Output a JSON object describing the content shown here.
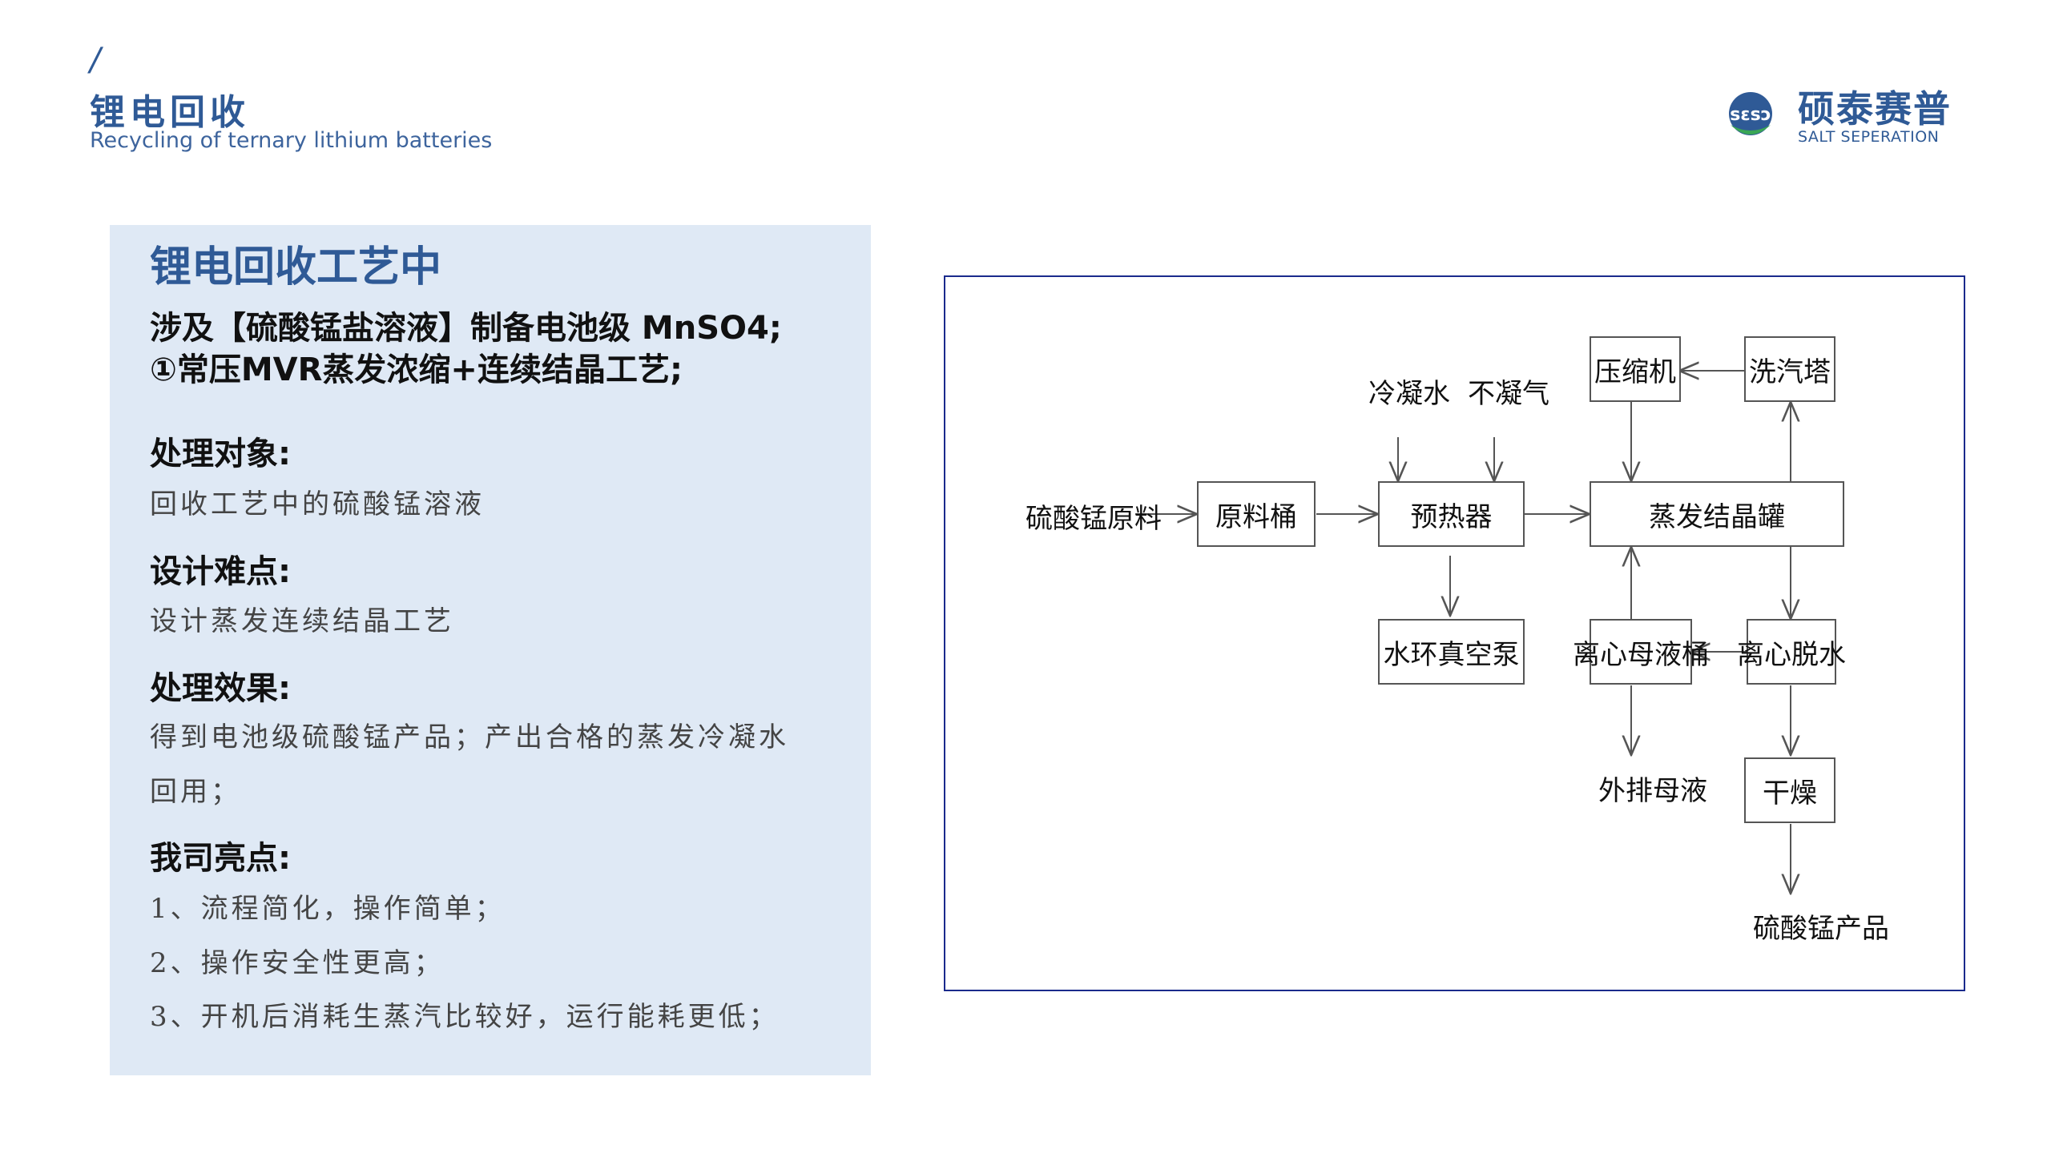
{
  "header": {
    "slash": "/",
    "title": "锂电回收",
    "subtitle": "Recycling of ternary lithium batteries"
  },
  "logo": {
    "mark_text": "sɛsɔ",
    "name_cn": "硕泰赛普",
    "name_en": "SALT SEPERATION"
  },
  "panel": {
    "title": "锂电回收工艺中",
    "line1": "涉及【硫酸锰盐溶液】制备电池级 MnSO4;",
    "line2": "①常压MVR蒸发浓缩+连续结晶工艺;",
    "sections": [
      {
        "heading": "处理对象:",
        "lines": [
          "回收工艺中的硫酸锰溶液"
        ]
      },
      {
        "heading": "设计难点:",
        "lines": [
          "设计蒸发连续结晶工艺"
        ]
      },
      {
        "heading": "处理效果:",
        "lines": [
          "得到电池级硫酸锰产品；产出合格的蒸发冷凝水",
          "回用；"
        ]
      },
      {
        "heading": "我司亮点:",
        "lines": [
          "1、流程简化，操作简单；",
          "2、操作安全性更高；",
          "3、开机后消耗生蒸汽比较好，运行能耗更低；"
        ]
      }
    ]
  },
  "diagram": {
    "nodes": {
      "raw_material": "硫酸锰原料",
      "raw_tank": "原料桶",
      "preheater": "预热器",
      "evaporator": "蒸发结晶罐",
      "compressor": "压缩机",
      "scrubber": "洗汽塔",
      "vacuum_pump": "水环真空泵",
      "mother_tank": "离心母液桶",
      "centrifuge": "离心脱水",
      "discharge": "外排母液",
      "dryer": "干燥",
      "product": "硫酸锰产品",
      "condensate": "冷凝水",
      "noncondensable": "不凝气"
    }
  }
}
